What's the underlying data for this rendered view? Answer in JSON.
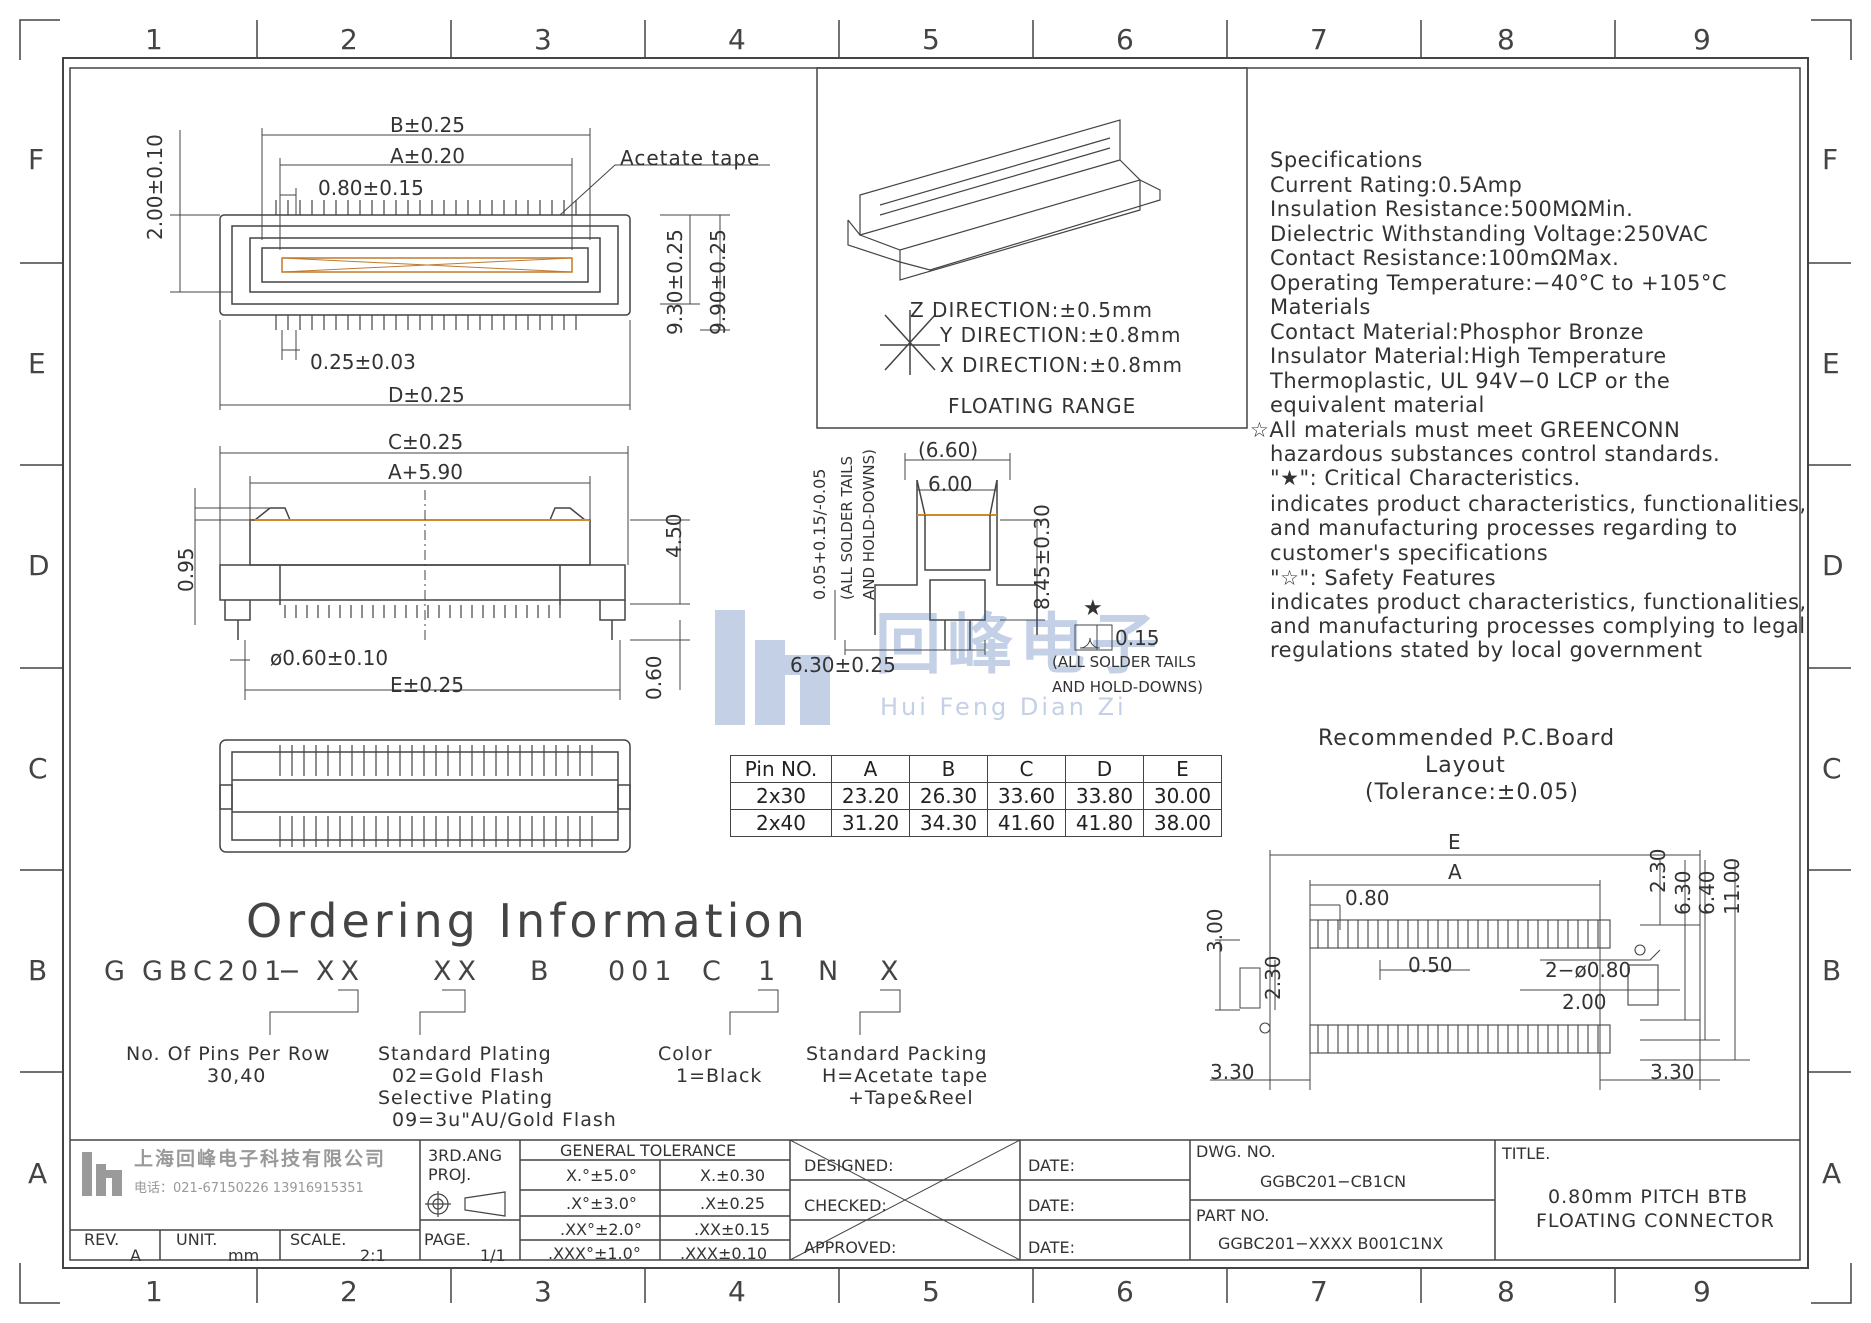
{
  "drawing": {
    "column_numbers": [
      "1",
      "2",
      "3",
      "4",
      "5",
      "6",
      "7",
      "8",
      "9"
    ],
    "row_letters": [
      "F",
      "E",
      "D",
      "C",
      "B",
      "A"
    ]
  },
  "top_view": {
    "dims": {
      "b": "B±0.25",
      "a": "A±0.20",
      "pitch": "0.80±0.15",
      "acetate": "Acetate tape",
      "left_height": "2.00±0.10",
      "h1": "9.30±0.25",
      "h2": "9.90±0.25",
      "pin_width": "0.25±0.03",
      "d": "D±0.25"
    }
  },
  "side_view": {
    "dims": {
      "c": "C±0.25",
      "a_plus": "A+5.90",
      "left": "0.95",
      "height": "4.50",
      "peg": "ø0.60±0.10",
      "e": "E±0.25",
      "tail": "0.60"
    }
  },
  "end_view": {
    "dims": {
      "outer": "(6.60)",
      "inner": "6.00",
      "tails_label_1": "(ALL SOLDER TAILS",
      "tails_label_2": "AND HOLD-DOWNS)",
      "coplanar": "0.05+0.15/-0.05",
      "height": "8.45±0.30",
      "width": "6.30±0.25",
      "star": "★",
      "flatness": "0.15",
      "flat_note_1": "(ALL SOLDER TAILS",
      "flat_note_2": "AND HOLD-DOWNS)"
    }
  },
  "floating": {
    "z": "Z DIRECTION:±0.5mm",
    "y": "Y DIRECTION:±0.8mm",
    "x": "X DIRECTION:±0.8mm",
    "caption": "FLOATING RANGE"
  },
  "specifications": [
    "Specifications",
    "Current Rating:0.5Amp",
    "Insulation Resistance:500MΩMin.",
    "Dielectric Withstanding Voltage:250VAC",
    "Contact Resistance:100mΩMax.",
    "Operating Temperature:−40°C to +105°C",
    "Materials",
    "Contact Material:Phosphor Bronze",
    "Insulator Material:High Temperature",
    "Thermoplastic, UL 94V−0 LCP or the",
    "equivalent material",
    "☆All materials must meet GREENCONN",
    "hazardous substances control standards.",
    "\"★\": Critical Characteristics.",
    "indicates product characteristics, functionalities,",
    "and manufacturing processes regarding to",
    "customer's specifications",
    "\"☆\": Safety Features",
    "indicates product characteristics, functionalities,",
    "and manufacturing processes complying to legal",
    "regulations stated by local government"
  ],
  "pin_table": {
    "headers": [
      "Pin NO.",
      "A",
      "B",
      "C",
      "D",
      "E"
    ],
    "rows": [
      [
        "2x30",
        "23.20",
        "26.30",
        "33.60",
        "33.80",
        "30.00"
      ],
      [
        "2x40",
        "31.20",
        "34.30",
        "41.60",
        "41.80",
        "38.00"
      ]
    ]
  },
  "pcb_layout": {
    "title_1": "Recommended P.C.Board",
    "title_2": "Layout",
    "title_3": "(Tolerance:±0.05)",
    "dims": {
      "e": "E",
      "a": "A",
      "pitch": "0.80",
      "d230a": "2.30",
      "d630": "6.30",
      "d640": "6.40",
      "d1100": "11.00",
      "d300": "3.00",
      "d230b": "2.30",
      "pad": "0.50",
      "hole": "2−ø0.80",
      "d200": "2.00",
      "left_330": "3.30",
      "right_330": "3.30"
    }
  },
  "ordering": {
    "title": "Ordering Information",
    "code": [
      "G",
      "GBC201",
      "−",
      "XX",
      "XX",
      "B",
      "001",
      "C",
      "1",
      "N",
      "X"
    ],
    "labels": {
      "pins": [
        "No. Of Pins Per Row",
        "30,40"
      ],
      "plating": [
        "Standard Plating",
        "02=Gold Flash",
        "Selective Plating",
        "09=3u\"AU/Gold Flash"
      ],
      "color": [
        "Color",
        "1=Black"
      ],
      "packing": [
        "Standard Packing",
        "H=Acetate tape",
        "+Tape&Reel"
      ]
    }
  },
  "watermark": {
    "cn": "回峰电子",
    "en": "Hui Feng Dian Zi"
  },
  "title_block": {
    "company": "上海回峰电子科技有限公司",
    "phone": "电话：021-67150226  13916915351",
    "projection": [
      "3RD.ANG",
      "PROJ."
    ],
    "tolerance_header": "GENERAL TOLERANCE",
    "tolerances": [
      [
        "X.°±5.0°",
        "X.±0.30"
      ],
      [
        ".X°±3.0°",
        ".X±0.25"
      ],
      [
        ".XX°±2.0°",
        ".XX±0.15"
      ],
      [
        ".XXX°±1.0°",
        ".XXX±0.10"
      ]
    ],
    "rev_label": "REV.",
    "rev": "A",
    "unit_label": "UNIT.",
    "unit": "mm",
    "scale_label": "SCALE.",
    "scale": "2:1",
    "page_label": "PAGE.",
    "page": "1/1",
    "designed": "DESIGNED:",
    "checked": "CHECKED:",
    "approved": "APPROVED:",
    "date": "DATE:",
    "dwg_label": "DWG. NO.",
    "dwg_no": "GGBC201−CB1CN",
    "part_label": "PART NO.",
    "part_no": "GGBC201−XXXX B001C1NX",
    "title_label": "TITLE.",
    "title_1": "0.80mm PITCH BTB",
    "title_2": "FLOATING CONNECTOR"
  }
}
